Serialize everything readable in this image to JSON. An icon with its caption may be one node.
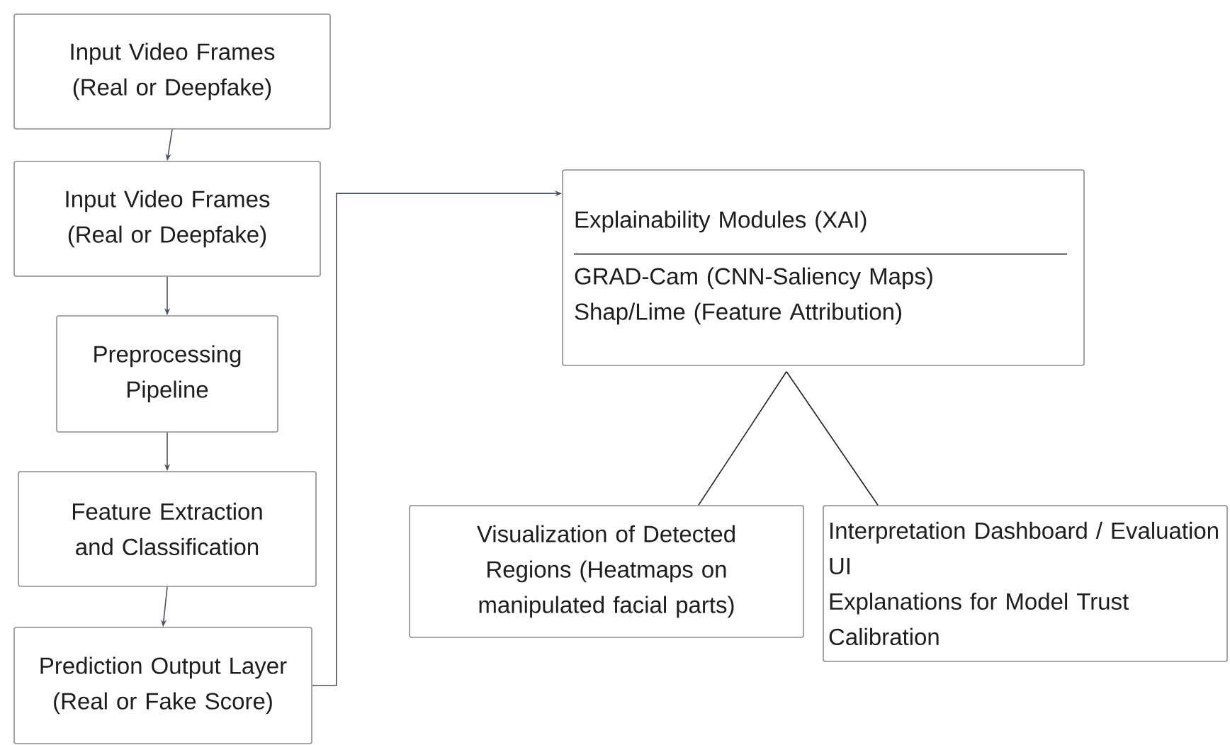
{
  "diagram": {
    "nodes": [
      {
        "text": [
          "Input Video Frames (Real or Deepfake)"
        ]
      },
      {
        "text": [
          "Input Video Frames (Real or Deepfake)"
        ]
      },
      {
        "text": [
          "Preprocessing Pipeline"
        ]
      },
      {
        "text": [
          "Feature Extraction and Classification"
        ]
      },
      {
        "text": [
          "Prediction Output Layer (Real or Fake Score)"
        ]
      },
      {
        "text": [
          "Explainability Modules (XAI)",
          "GRAD-Cam (CNN-Saliency Maps)",
          "Shap/Lime (Feature Attribution)"
        ]
      },
      {
        "text": [
          "Visualization of Detected Regions (Heatmaps on manipulated facial parts)"
        ]
      },
      {
        "text": [
          "Interpretation Dashboard / Evaluation UI",
          "Explanations for Model Trust Calibration"
        ]
      }
    ],
    "edges": [
      {
        "from": 0,
        "to": 1,
        "arrow": "to"
      },
      {
        "from": 1,
        "to": 2,
        "arrow": "to"
      },
      {
        "from": 2,
        "to": 3,
        "arrow": "to"
      },
      {
        "from": 3,
        "to": 4,
        "arrow": "to"
      },
      {
        "from": 4,
        "to": 5,
        "arrow": "to"
      },
      {
        "from": 5,
        "to": 6,
        "arrow": "none",
        "color": "#222222"
      },
      {
        "from": 5,
        "to": 7,
        "arrow": "none",
        "color": "#222222"
      }
    ]
  }
}
